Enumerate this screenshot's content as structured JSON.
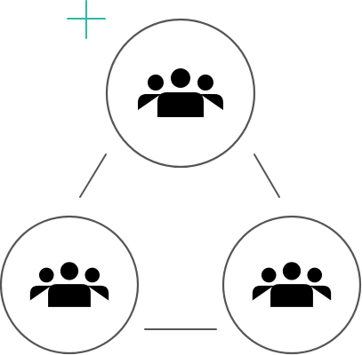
{
  "colors": {
    "line": "#555555",
    "accent": "#2eb8a4",
    "background": "#ffffff"
  },
  "decoration": {
    "icon": "plus-icon"
  },
  "nodes": [
    {
      "id": "top",
      "icon": "team-icon"
    },
    {
      "id": "bottom-left",
      "icon": "team-icon"
    },
    {
      "id": "bottom-right",
      "icon": "team-icon"
    }
  ],
  "connectors": [
    {
      "from": "top",
      "to": "bottom-left"
    },
    {
      "from": "top",
      "to": "bottom-right"
    },
    {
      "from": "bottom-left",
      "to": "bottom-right"
    }
  ]
}
